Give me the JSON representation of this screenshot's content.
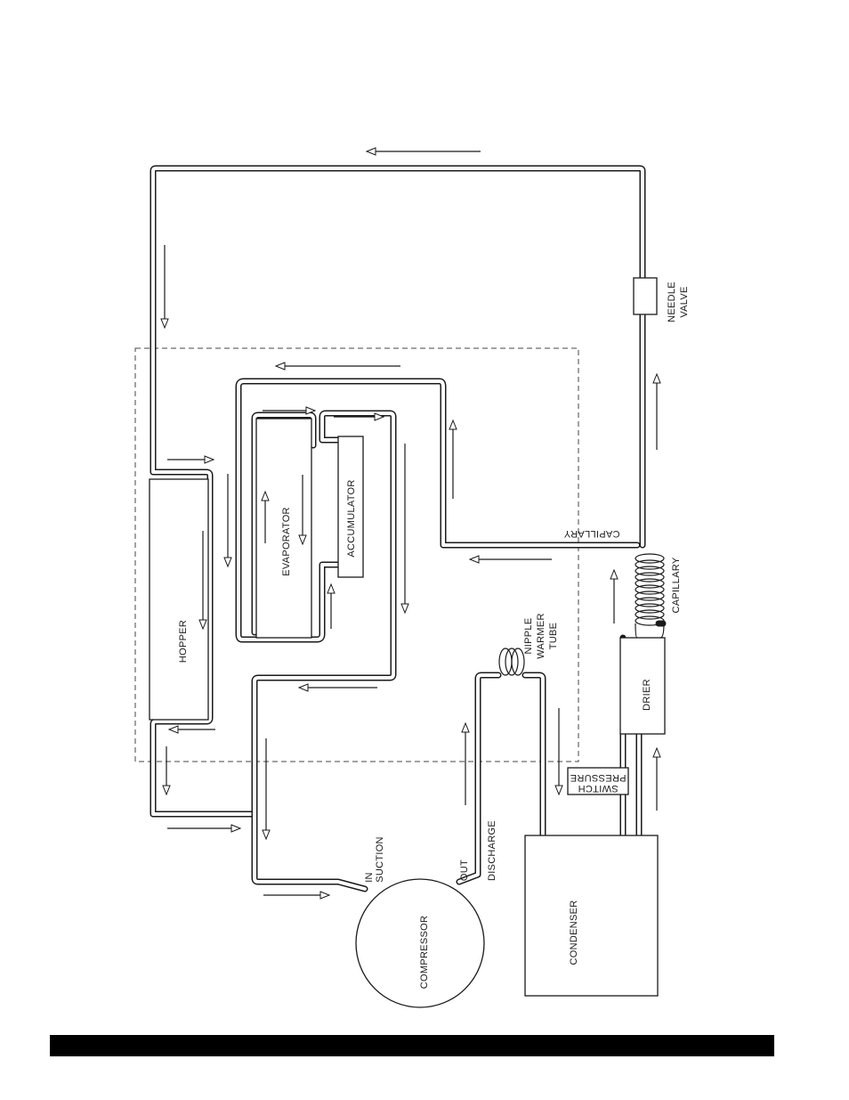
{
  "diagram": {
    "labels": {
      "hopper": "HOPPER",
      "evaporator": "EVAPORATOR",
      "accumulator": "ACCUMULATOR",
      "compressor": "COMPRESSOR",
      "condenser": "CONDENSER",
      "drier": "DRIER",
      "pressure_switch_1": "PRESSURE",
      "pressure_switch_2": "SWITCH",
      "needle_valve_1": "NEEDLE",
      "needle_valve_2": "VALVE",
      "capillary_top": "CAPILLARY",
      "capillary_right": "CAPILLARY",
      "nipple_1": "NIPPLE",
      "nipple_2": "WARMER",
      "nipple_3": "TUBE",
      "in": "IN",
      "suction": "SUCTION",
      "out": "OUT",
      "discharge": "DISCHARGE"
    },
    "colors": {
      "line": "#1a1a1a",
      "footer_bar": "#000000"
    }
  }
}
